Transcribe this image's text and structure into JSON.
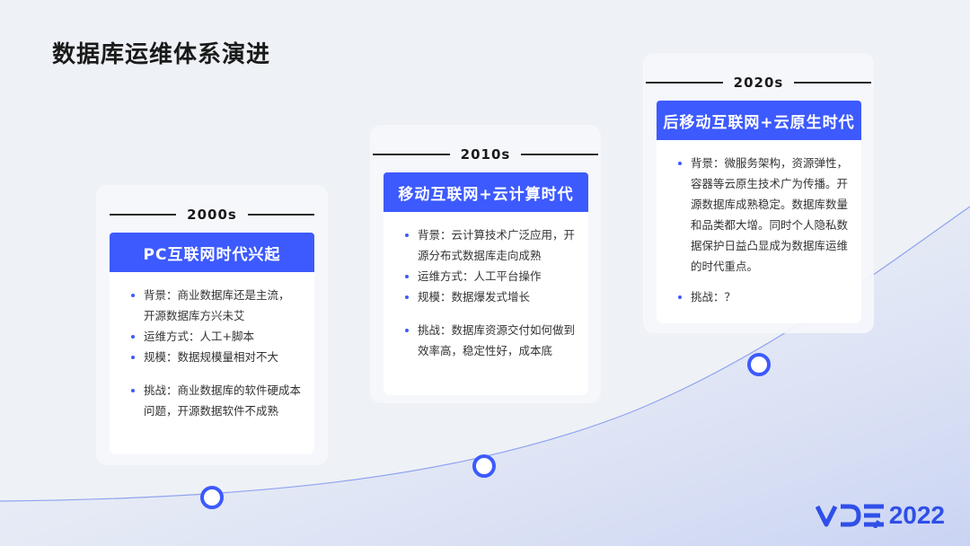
{
  "page_title": "数据库运维体系演进",
  "accent_color": "#3d5afe",
  "logo": {
    "mark": "VDC",
    "year": "2022"
  },
  "eras": [
    {
      "era": "2000s",
      "title": "PC互联网时代兴起",
      "bullets": [
        "背景：商业数据库还是主流，开源数据库方兴未艾",
        "运维方式：人工+脚本",
        "规模：数据规模量相对不大",
        "挑战：商业数据库的软件硬成本问题，开源数据软件不成熟"
      ]
    },
    {
      "era": "2010s",
      "title": "移动互联网+云计算时代",
      "bullets": [
        "背景：云计算技术广泛应用，开源分布式数据库走向成熟",
        "运维方式：人工平台操作",
        "规模：数据爆发式增长",
        "挑战：数据库资源交付如何做到效率高，稳定性好，成本底"
      ]
    },
    {
      "era": "2020s",
      "title": "后移动互联网+云原生时代",
      "bullets": [
        "背景：微服务架构，资源弹性，容器等云原生技术广为传播。开源数据库成熟稳定。数据库数量和品类都大增。同时个人隐私数据保护日益凸显成为数据库运维的时代重点。",
        "挑战：？"
      ]
    }
  ]
}
